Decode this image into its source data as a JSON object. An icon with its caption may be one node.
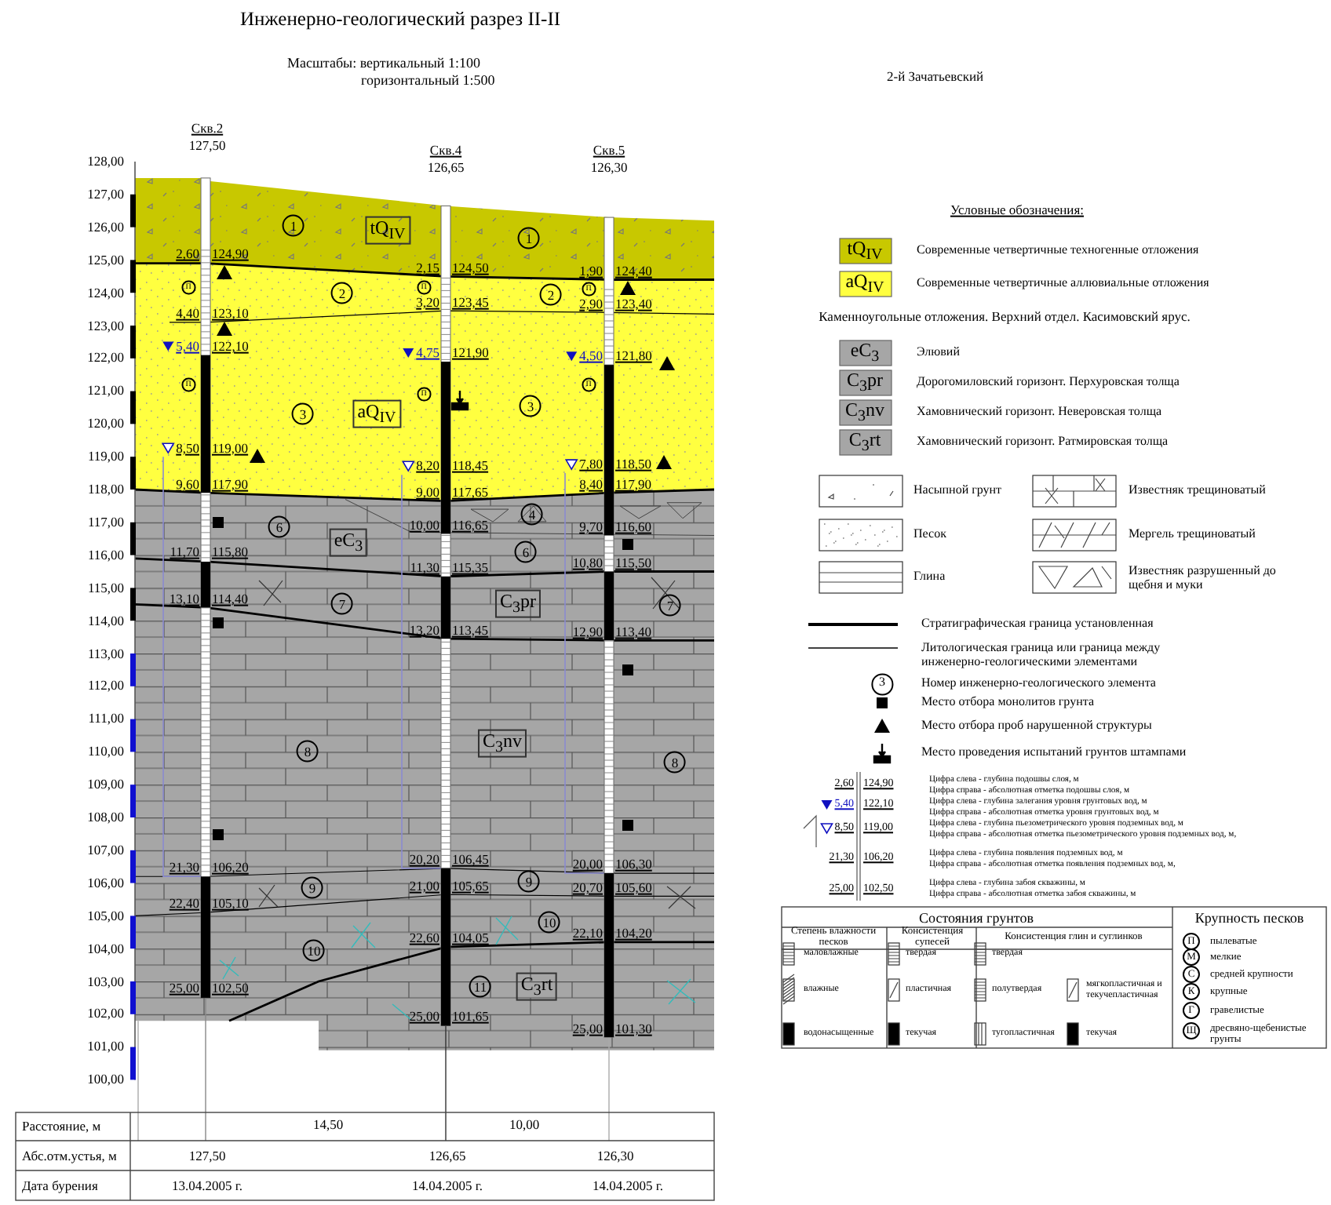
{
  "diagram": {
    "title": "Инженерно-геологический разрез II-II",
    "labels": [
      "Масштабы: вертикальный 1:100",
      "горизонтальный 1:500",
      "2-й Зачатьевский",
      "Скв.2",
      "127,50",
      "Скв.4",
      "126,65",
      "Скв.5",
      "126,30",
      "128,00",
      "127,00",
      "126,00",
      "125,00",
      "124,00",
      "123,00",
      "122,00",
      "121,00",
      "120,00",
      "119,00",
      "118,00",
      "117,00",
      "116,00",
      "115,00",
      "114,00",
      "113,00",
      "112,00",
      "111,00",
      "110,00",
      "109,00",
      "108,00",
      "107,00",
      "106,00",
      "105,00",
      "104,00",
      "103,00",
      "102,00",
      "101,00",
      "100,00",
      "2,60",
      "124,90",
      "4,40",
      "123,10",
      "5,40",
      "122,10",
      "8,50",
      "119,00",
      "9,60",
      "117,90",
      "11,70",
      "115,80",
      "13,10",
      "114,40",
      "21,30",
      "106,20",
      "22,40",
      "105,10",
      "25,00",
      "102,50",
      "2,15",
      "124,50",
      "3,20",
      "123,45",
      "4,75",
      "121,90",
      "8,20",
      "118,45",
      "9,00",
      "117,65",
      "10,00",
      "116,65",
      "11,30",
      "115,35",
      "13,20",
      "113,45",
      "20,20",
      "106,45",
      "21,00",
      "105,65",
      "22,60",
      "104,05",
      "25,00",
      "101,65",
      "1,90",
      "124,40",
      "2,90",
      "123,40",
      "4,50",
      "121,80",
      "7,80",
      "118,50",
      "8,40",
      "117,90",
      "9,70",
      "116,60",
      "10,80",
      "115,50",
      "12,90",
      "113,40",
      "20,00",
      "106,30",
      "20,70",
      "105,60",
      "22,10",
      "104,20",
      "25,00",
      "101,30",
      "1",
      "tQ$_{IV}$",
      "1",
      "П",
      "2",
      "П",
      "2",
      "П",
      "П",
      "П",
      "П",
      "3",
      "aQ$_{IV}$",
      "3",
      "6",
      "eC$_{3}$",
      "4",
      "6",
      "7",
      "C$_{3}$pr",
      "7",
      "8",
      "C$_{3}$nv",
      "8",
      "9",
      "9",
      "10",
      "10",
      "11",
      "C$_{3}$rt",
      "Условные обозначения:",
      "tQ$_{IV}$",
      "aQ$_{IV}$",
      "Каменноугольные отложения. Верхний отдел. Касимовский ярус.",
      "eC$_{3}$",
      "C$_{3}$pr",
      "C$_{3}$nv",
      "C$_{3}$rt",
      "3",
      "2,60",
      "124,90",
      "5,40",
      "122,10",
      "8,50",
      "119,00",
      "21,30",
      "106,20",
      "25,00",
      "102,50",
      "Состояния грунтов",
      "Крупность песков",
      "Степень влажности песков",
      "Консистенция супесей",
      "Консистенция глин и суглинков",
      "П",
      "М",
      "С",
      "К",
      "Г",
      "Щ",
      "Расстояние, м",
      "14,50",
      "10,00",
      "Абс.отм.устья, м",
      "127,50",
      "126,65",
      "126,30",
      "Дата бурения",
      "13.04.2005 г.",
      "14.04.2005 г.",
      "14.04.2005 г."
    ],
    "legend": [
      {
        "text": "Современные четвертичные техногенные отложения",
        "color": "#c8c800"
      },
      {
        "text": "Современные четвертичные аллювиальные отложения",
        "color": "#ffff40"
      },
      {
        "text": "Элювий",
        "color": "#a6a6a6"
      },
      {
        "text": "Дорогомиловский горизонт. Перхуровская толща",
        "color": "#a6a6a6"
      },
      {
        "text": "Хамовнический горизонт. Неверовская толща",
        "color": "#a6a6a6"
      },
      {
        "text": "Хамовнический горизонт. Ратмировская толща",
        "color": "#a6a6a6"
      },
      {
        "text": "Насыпной грунт"
      },
      {
        "text": "Известняк трещиноватый"
      },
      {
        "text": "Песок"
      },
      {
        "text": "Мергель трещиноватый"
      },
      {
        "text": "Глина"
      },
      {
        "text": "Известняк разрушенный до щебня и муки"
      },
      {
        "text": "Стратиграфическая граница установленная"
      },
      {
        "text": "Литологическая граница или граница между инженерно-геологическими элементами"
      },
      {
        "text": "Номер инженерно-геологического элемента"
      },
      {
        "text": "Место отбора монолитов грунта"
      },
      {
        "text": "Место отбора проб нарушенной структуры"
      },
      {
        "text": "Место проведения испытаний грунтов штампами"
      },
      {
        "text": "Цифра слева - глубина подошвы слоя, м"
      },
      {
        "text": "Цифра справа - абсолютная отметка подошвы слоя, м"
      },
      {
        "text": "Цифра слева - глубина залегания уровня грунтовых вод, м"
      },
      {
        "text": "Цифра справа - абсолютная отметка уровня грунтовых вод, м"
      },
      {
        "text": "Цифра слева - глубина пьезометрического уровня подземных вод, м"
      },
      {
        "text": "Цифра справа - абсолютная отметка пьезометрического уровня подземных вод, м,"
      },
      {
        "text": "Цифра слева - глубина появления подземных вод, м"
      },
      {
        "text": "Цифра справа - абсолютная отметка появления подземных вод, м,"
      },
      {
        "text": "Цифра слева - глубина забоя скважины, м"
      },
      {
        "text": "Цифра справа - абсолютная отметка забоя скважины, м"
      },
      {
        "text": "маловлажные"
      },
      {
        "text": "твердая"
      },
      {
        "text": "твердая"
      },
      {
        "text": "влажные"
      },
      {
        "text": "пластичная"
      },
      {
        "text": "полутвердая"
      },
      {
        "text": "мягкопластичная и текучепластичная"
      },
      {
        "text": "водонасыщенные"
      },
      {
        "text": "текучая"
      },
      {
        "text": "тугопластичная"
      },
      {
        "text": "текучая"
      },
      {
        "text": "пылеватые"
      },
      {
        "text": "мелкие"
      },
      {
        "text": "средней крупности"
      },
      {
        "text": "крупные"
      },
      {
        "text": "гравелистые"
      },
      {
        "text": "дресвяно-щебенистые грунты"
      }
    ]
  }
}
